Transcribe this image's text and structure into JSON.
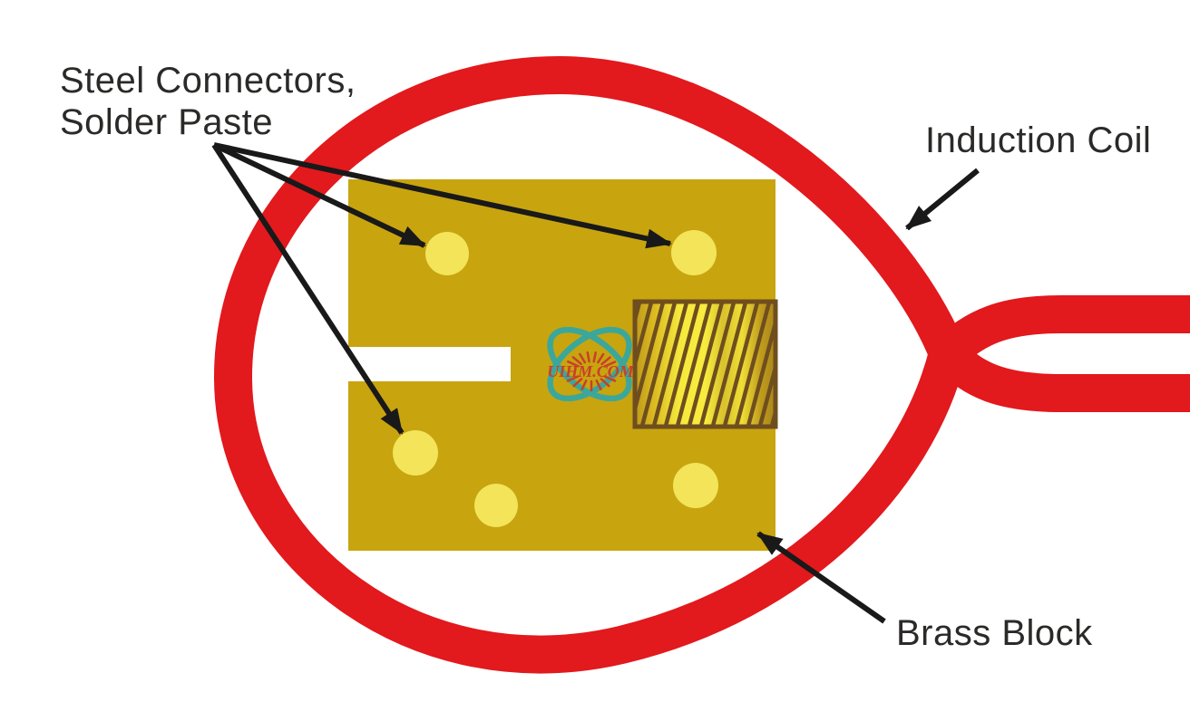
{
  "page": {
    "background": "#FFFFFF"
  },
  "labels": {
    "steel_connectors_line1": "Steel Connectors,",
    "steel_connectors_line2": "Solder Paste",
    "induction_coil": "Induction Coil",
    "brass_block": "Brass Block"
  },
  "watermark": {
    "text": "UIHM.COM"
  },
  "counts": {
    "solder_pads": 5
  },
  "colors": {
    "coil_red": "#E2191D",
    "brass_gold": "#C8A40F",
    "pad_yellow": "#F3E45A",
    "slot_white": "#FFFFFF",
    "hatch_brown": "#6F4E1E",
    "hatch_bright": "#F8EC3F",
    "label_text": "#2B2A29",
    "arrow_black": "#191919",
    "watermark_teal": "#3BA79B",
    "watermark_red": "#C8402A"
  }
}
